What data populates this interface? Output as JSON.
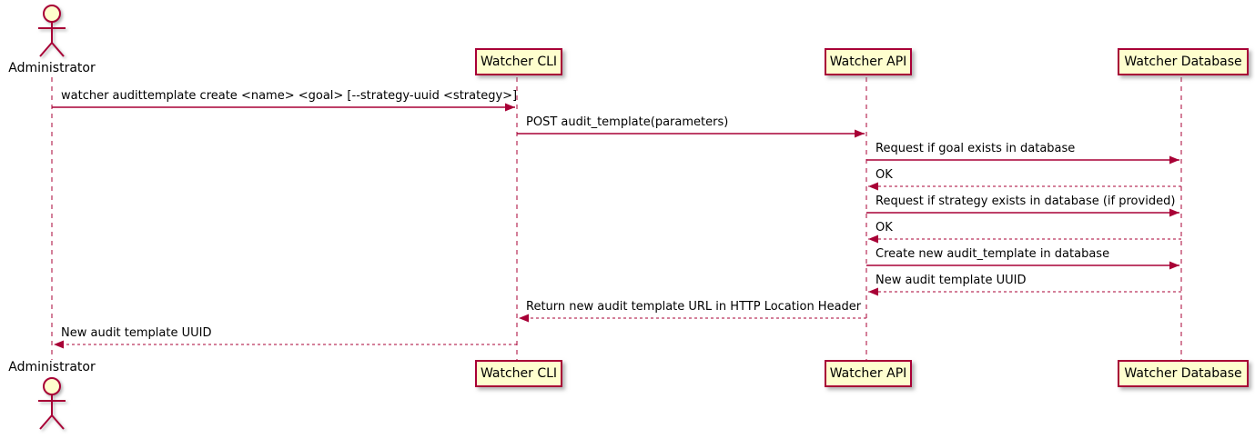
{
  "diagram_type": "sequence",
  "colors": {
    "line": "#A80036",
    "participant_fill": "#FEFECE",
    "participant_border": "#A80036",
    "text": "#000000",
    "background": "#FFFFFF"
  },
  "actor": {
    "label": "Administrator"
  },
  "participants": [
    {
      "label": "Watcher CLI"
    },
    {
      "label": "Watcher API"
    },
    {
      "label": "Watcher Database"
    }
  ],
  "messages": [
    {
      "from": "Administrator",
      "to": "Watcher CLI",
      "text": "watcher audittemplate create <name> <goal> [--strategy-uuid <strategy>]",
      "line": "solid"
    },
    {
      "from": "Watcher CLI",
      "to": "Watcher API",
      "text": "POST audit_template(parameters)",
      "line": "solid"
    },
    {
      "from": "Watcher API",
      "to": "Watcher Database",
      "text": "Request if goal exists in database",
      "line": "solid"
    },
    {
      "from": "Watcher Database",
      "to": "Watcher API",
      "text": "OK",
      "line": "dashed"
    },
    {
      "from": "Watcher API",
      "to": "Watcher Database",
      "text": "Request if strategy exists in database (if provided)",
      "line": "solid"
    },
    {
      "from": "Watcher Database",
      "to": "Watcher API",
      "text": "OK",
      "line": "dashed"
    },
    {
      "from": "Watcher API",
      "to": "Watcher Database",
      "text": "Create new audit_template in database",
      "line": "solid"
    },
    {
      "from": "Watcher Database",
      "to": "Watcher API",
      "text": "New audit template UUID",
      "line": "dashed"
    },
    {
      "from": "Watcher API",
      "to": "Watcher CLI",
      "text": "Return new audit template URL in HTTP Location Header",
      "line": "dashed"
    },
    {
      "from": "Watcher CLI",
      "to": "Administrator",
      "text": "New audit template UUID",
      "line": "dashed"
    }
  ]
}
